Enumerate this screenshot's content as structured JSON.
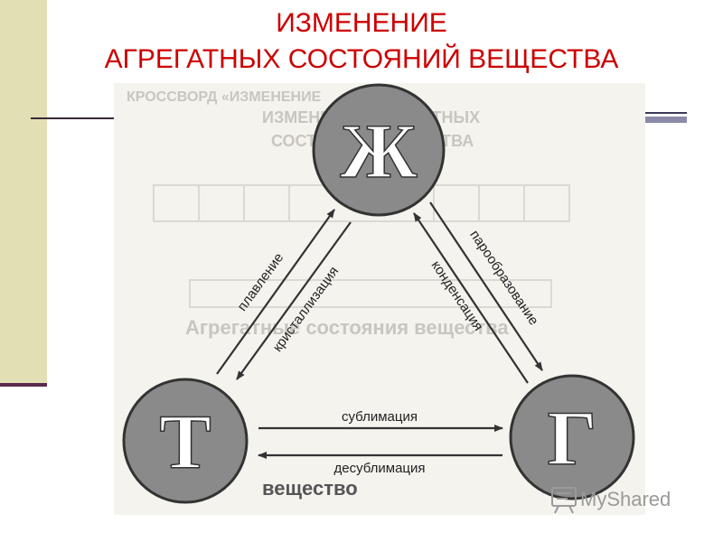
{
  "title": {
    "line1": "ИЗМЕНЕНИЕ",
    "line2": "АГРЕГАТНЫХ СОСТОЯНИЙ ВЕЩЕСТВА"
  },
  "states": {
    "liquid": "Ж",
    "solid": "Т",
    "gas": "Г"
  },
  "transitions": {
    "melting": "плавление",
    "crystallization": "кристаллизация",
    "vaporization": "парообразование",
    "condensation": "конденсация",
    "sublimation": "сублимация",
    "desublimation": "десублимация"
  },
  "background_text": {
    "line1": "КРОССВОРД «ИЗМЕНЕНИЕ",
    "line2": "ИЗМЕНЕНИЕ АГРЕГАТНЫХ",
    "line3": "СОСТОЯНИЙ ВЕЩЕСТВА",
    "heading": "Агрегатные состояния вещества",
    "bottom": "вещество"
  },
  "watermark": "MyShared",
  "colors": {
    "title": "#cc0000",
    "circle_fill": "#8a8a8a",
    "letter_fill": "#ffffff",
    "arrow": "#333333"
  }
}
